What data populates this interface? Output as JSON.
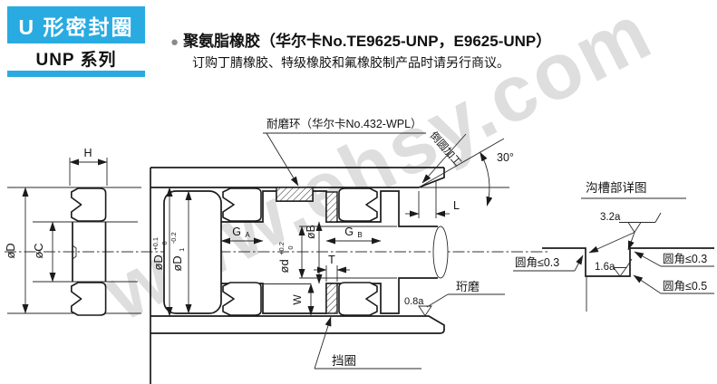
{
  "header": {
    "title": "U 形密封圈",
    "series": "UNP 系列",
    "accent_color": "#29abe2"
  },
  "intro": {
    "bullet": "●",
    "material_line": "聚氨脂橡胶（华尔卡No.TE9625-UNP，E9625-UNP）",
    "note_line": "订购丁腈橡胶、特级橡胶和氟橡胶制产品时请另行商议。"
  },
  "watermark": {
    "text": "www.ehsy.com"
  },
  "main_drawing": {
    "wear_ring_label": "耐磨环（华尔卡No.432-WPL）",
    "chamfer_label": "倒圆加工",
    "angle_label": "30°",
    "backup_ring_label": "挡圈",
    "honing_label": "珩磨",
    "honing_roughness": "0.8a",
    "dims": {
      "H": "H",
      "oD_left": "øD",
      "oC": "øC",
      "L": "L",
      "T": "T",
      "W": "W",
      "oB": "øB",
      "oD": {
        "base": "øD",
        "sup": "+0.1",
        "sub": "0"
      },
      "oD1": {
        "base": "øD",
        "sub1": "1",
        "tol": "-0.2"
      },
      "od": {
        "base": "ød",
        "sup": "+0.2",
        "sub": "0"
      },
      "GA": {
        "base": "G",
        "sub": "A"
      },
      "GB": {
        "base": "G",
        "sub": "B"
      }
    }
  },
  "groove_detail": {
    "title": "沟槽部详图",
    "roughness_side": "3.2a",
    "roughness_bottom": "1.6a",
    "fillet_left": "圆角≤0.3",
    "fillet_right_top": "圆角≤0.3",
    "fillet_right_bottom": "圆角≤0.5"
  }
}
